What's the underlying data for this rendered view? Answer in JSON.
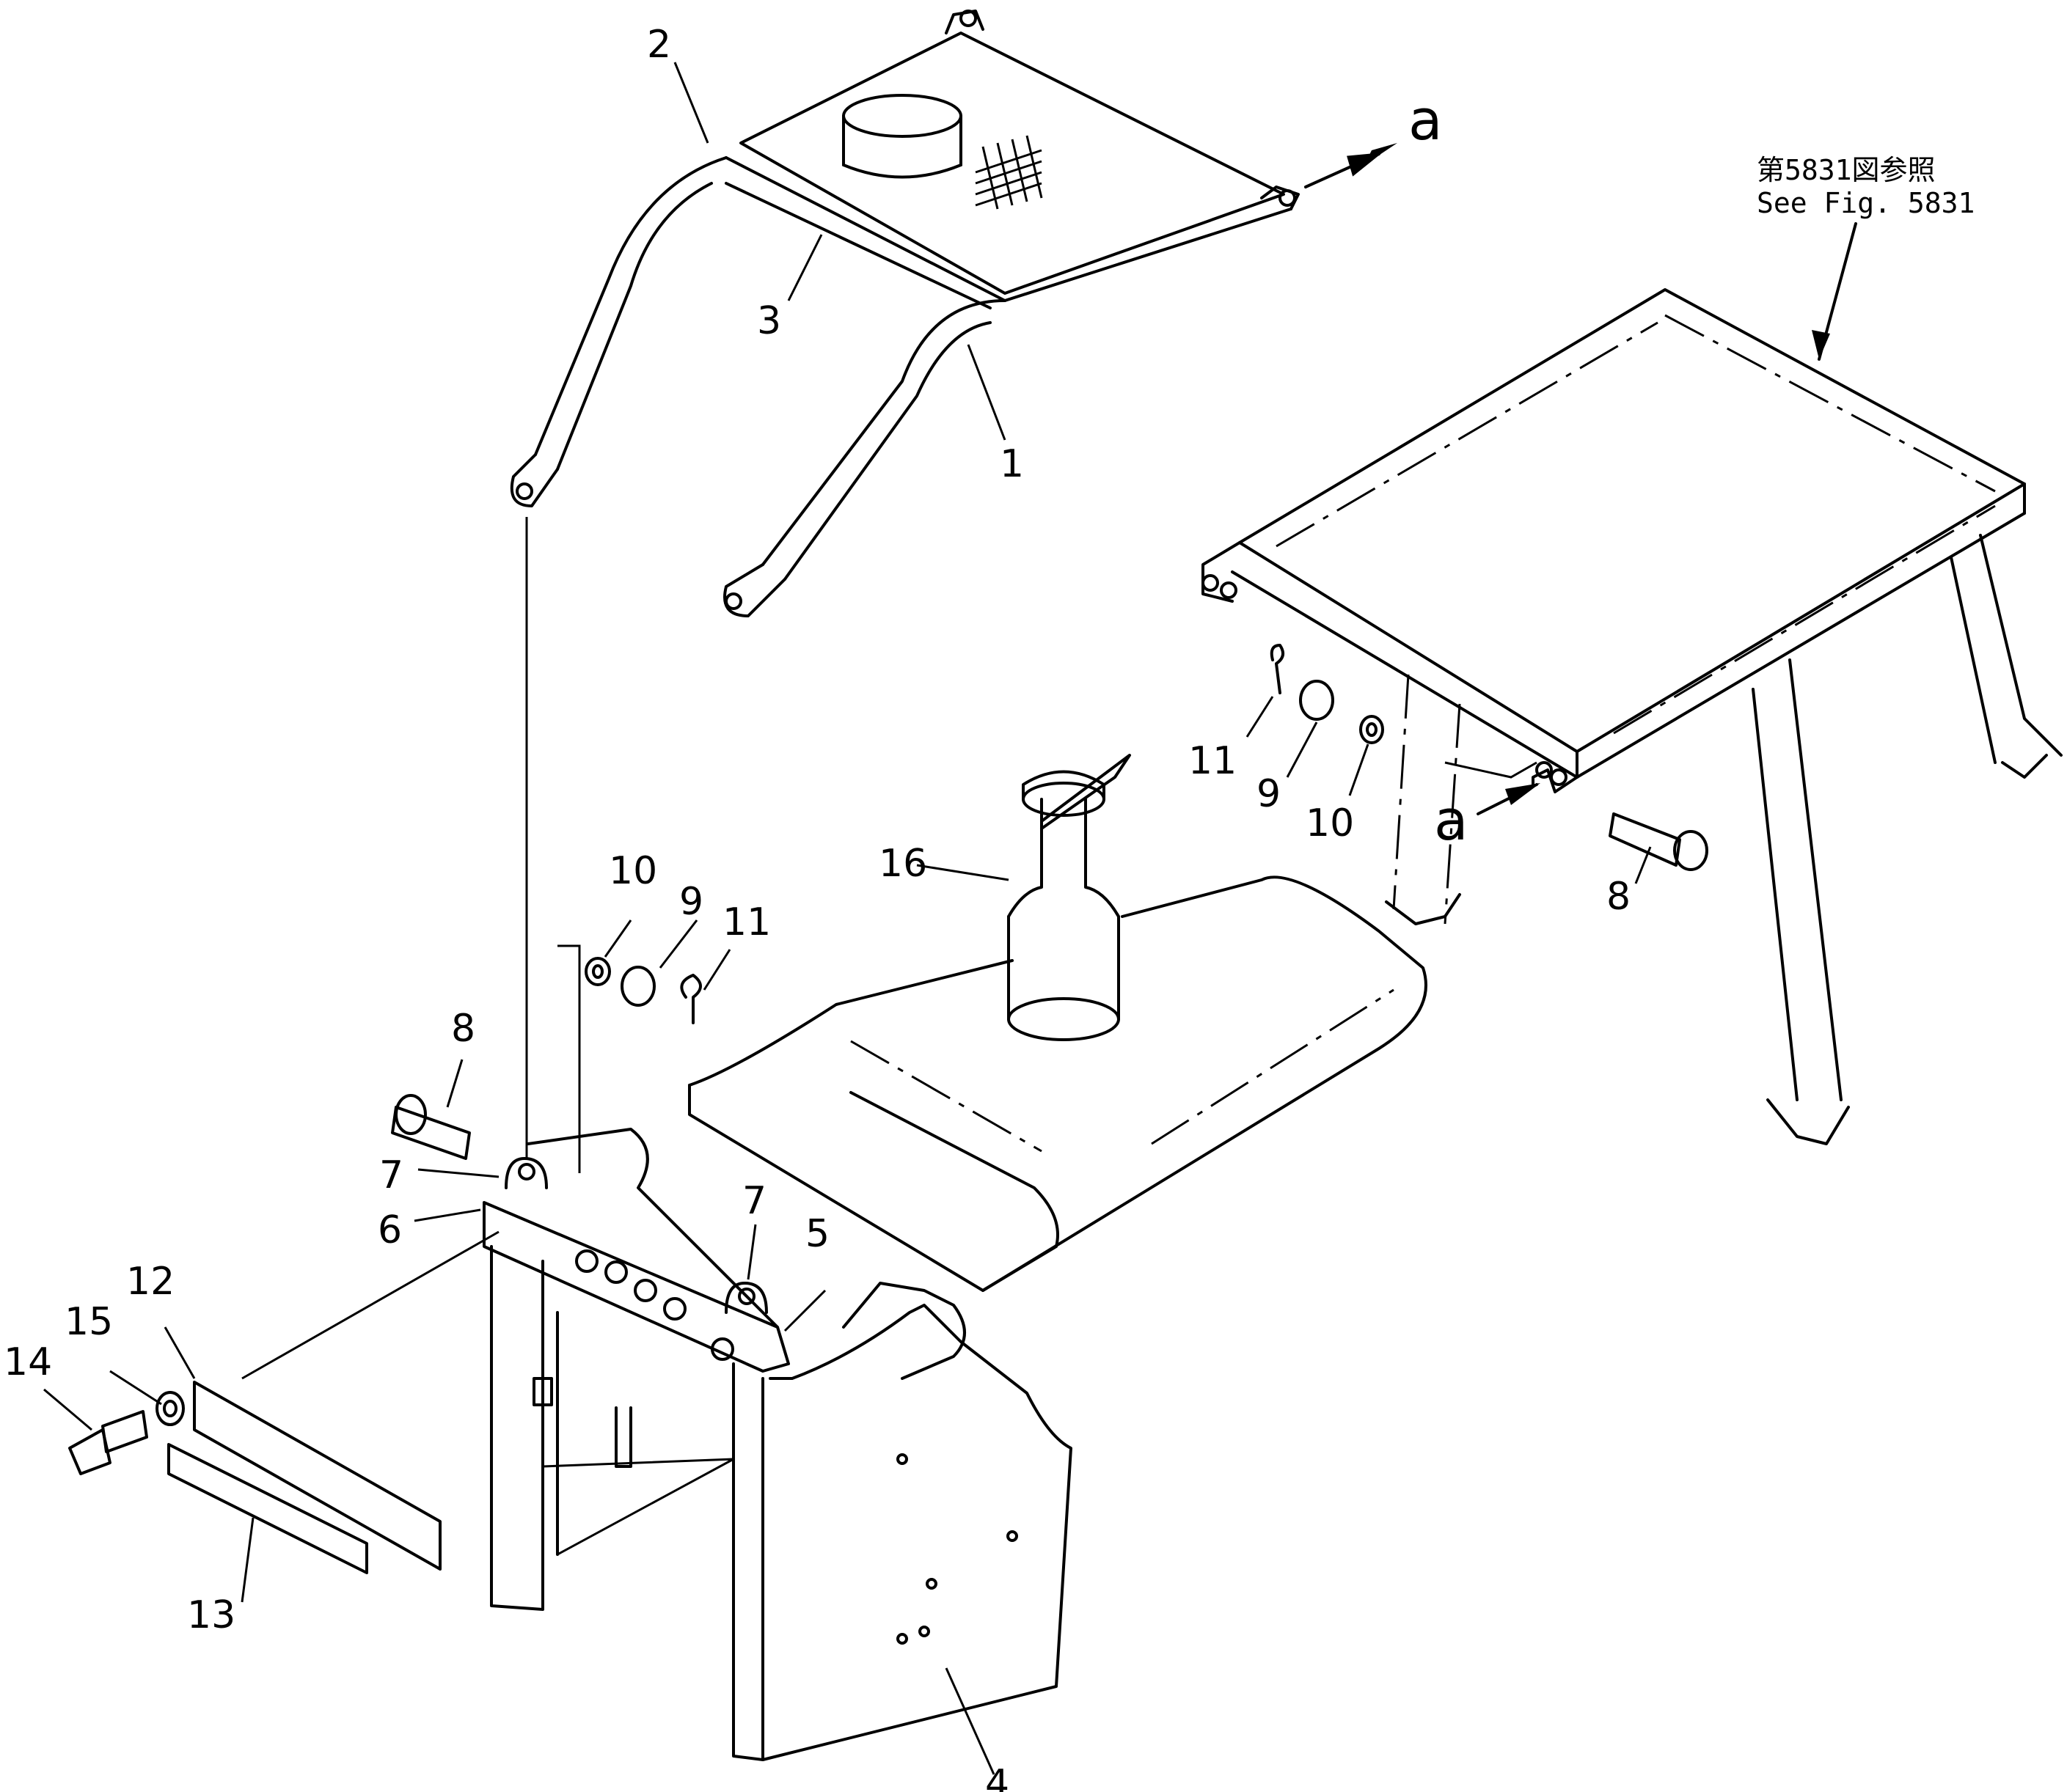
{
  "callouts": {
    "c1": "1",
    "c2": "2",
    "c3": "3",
    "c4": "4",
    "c5": "5",
    "c6": "6",
    "c7a": "7",
    "c7b": "7",
    "c8a": "8",
    "c8b": "8",
    "c9a": "9",
    "c9b": "9",
    "c10a": "10",
    "c10b": "10",
    "c11a": "11",
    "c11b": "11",
    "c12": "12",
    "c13": "13",
    "c14": "14",
    "c15": "15",
    "c16": "16"
  },
  "arrow_labels": {
    "top": "a",
    "lower": "a"
  },
  "reference": {
    "line_jp": "第5831図参照",
    "line_en": "See  Fig. 5831"
  }
}
